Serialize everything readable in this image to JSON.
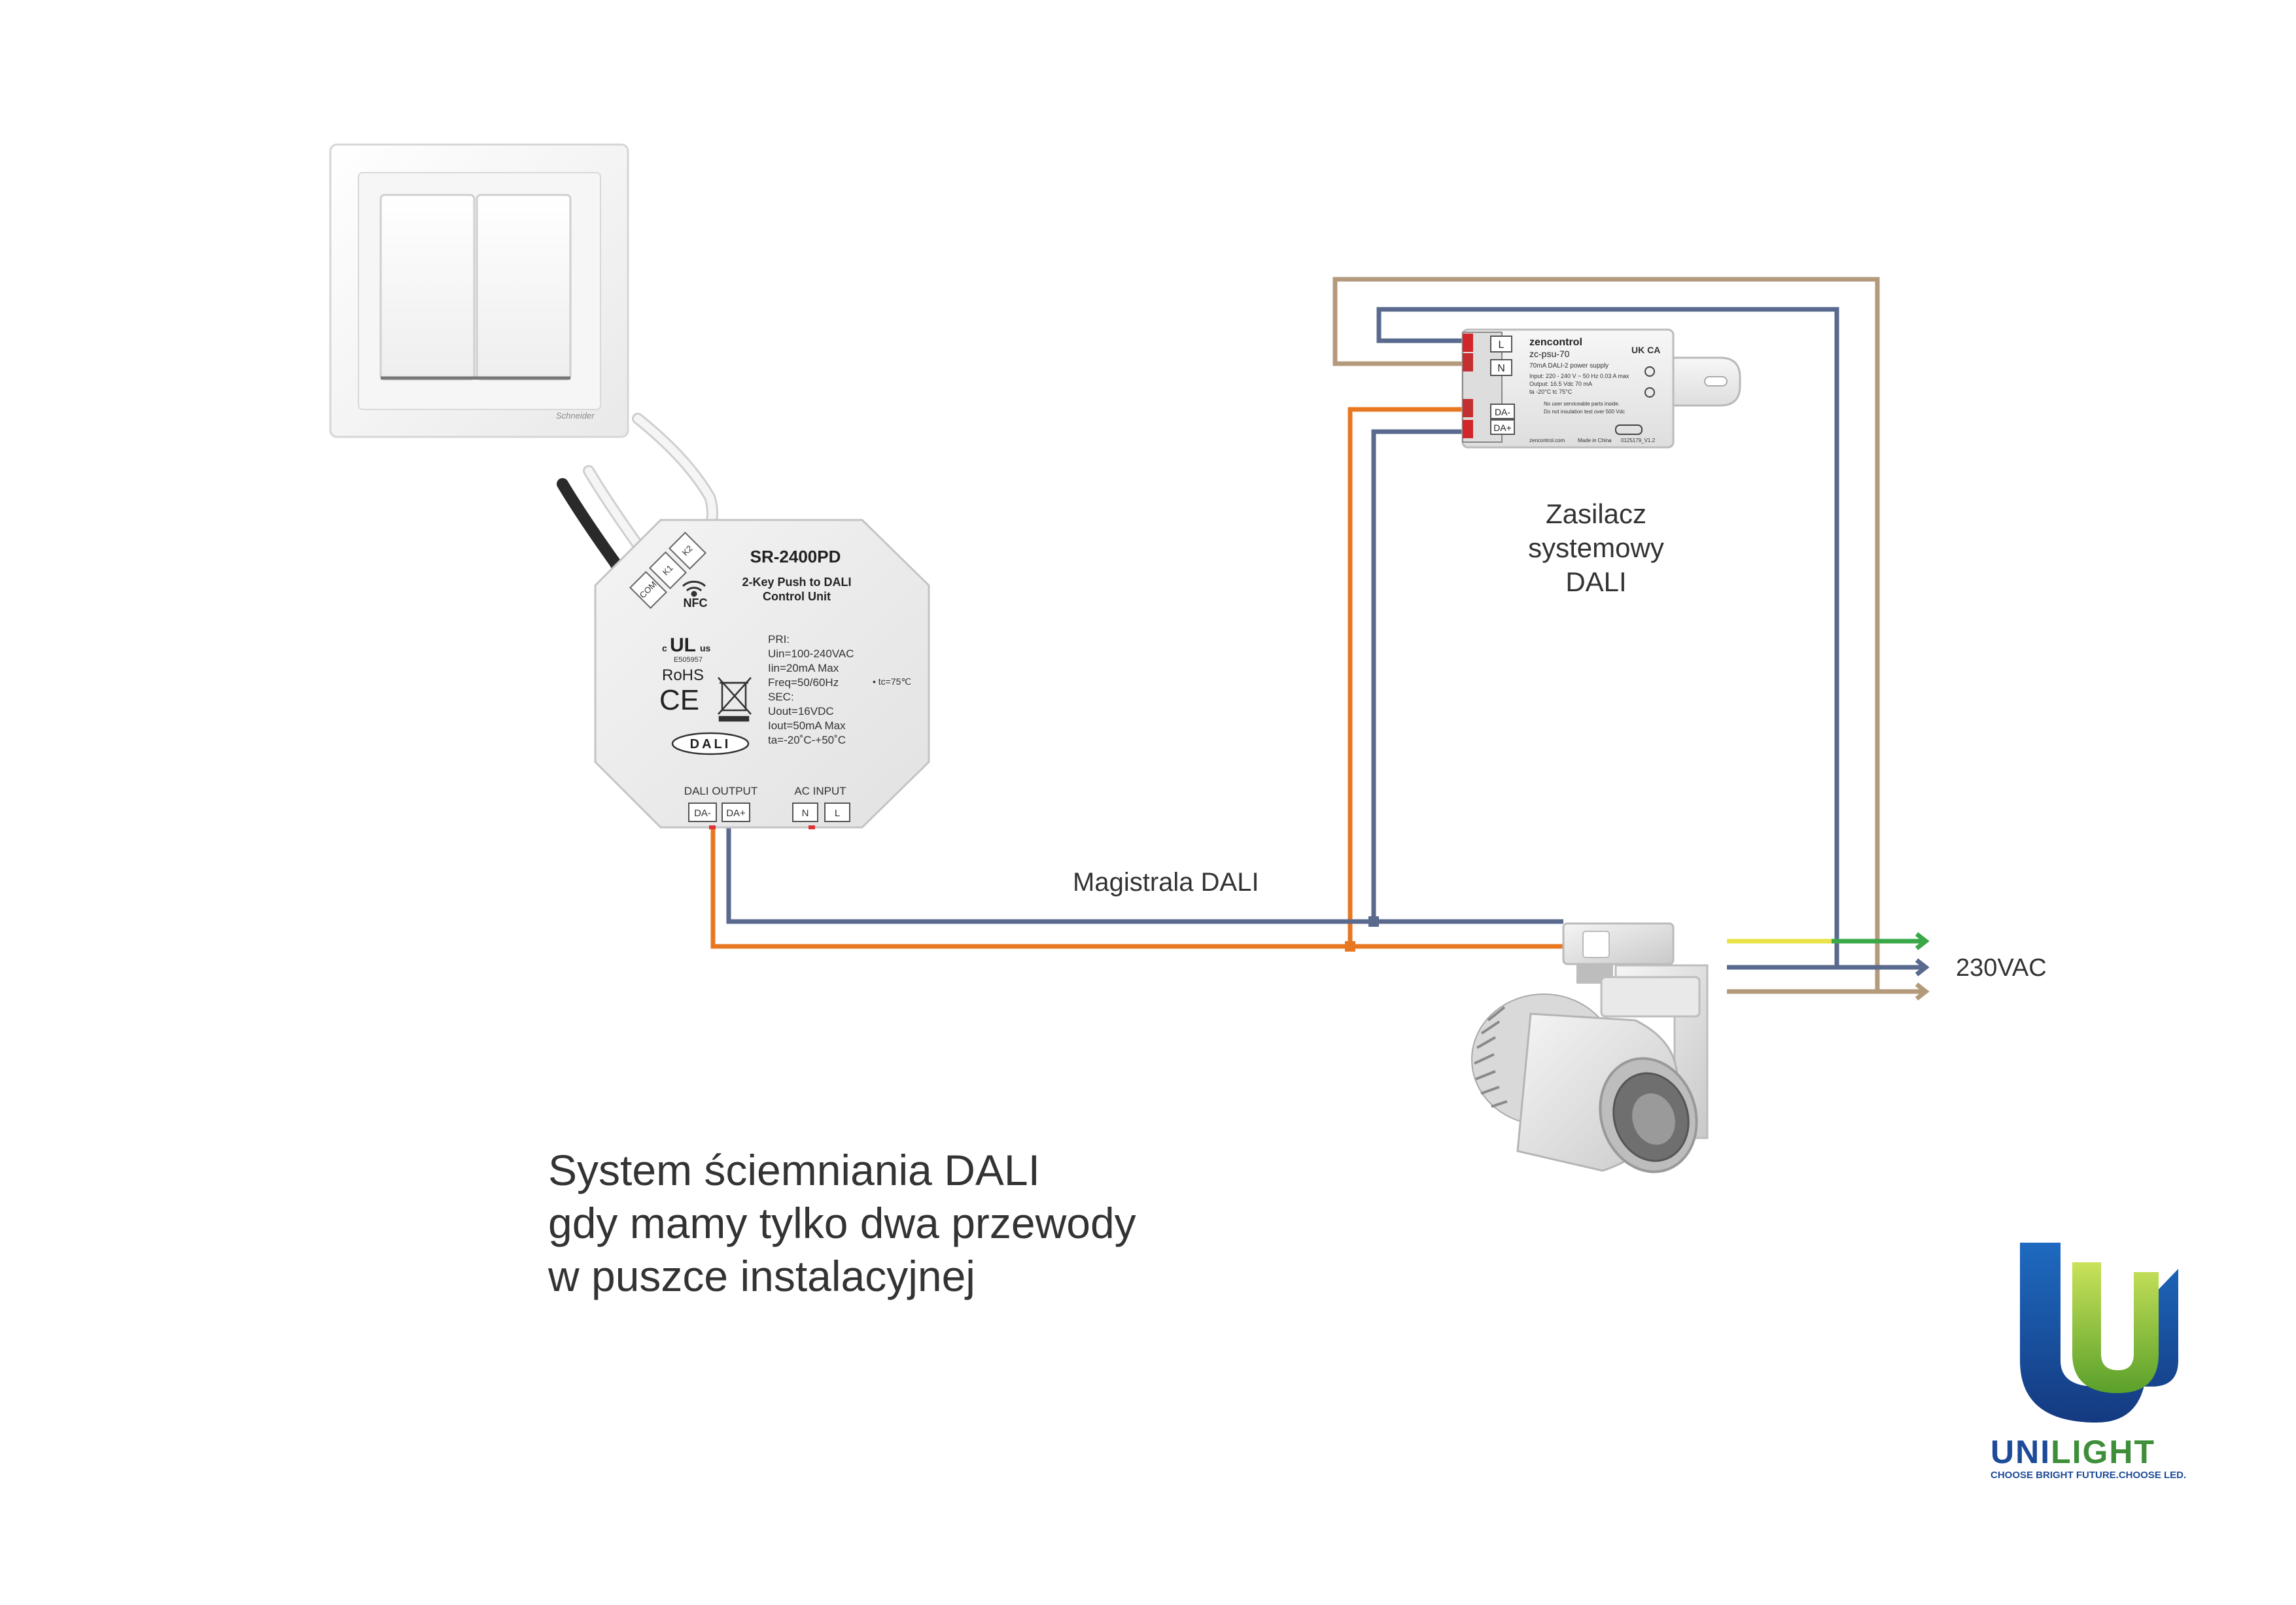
{
  "labels": {
    "psu_caption": [
      "Zasilacz",
      "systemowy",
      "DALI"
    ],
    "bus_caption": "Magistrala DALI",
    "mains_caption": "230VAC",
    "main_caption": [
      "System ściemniania DALI",
      "gdy mamy tylko dwa przewody",
      "w puszce instalacyjnej"
    ]
  },
  "switch": {
    "brand": "Schneider"
  },
  "controller": {
    "model": "SR-2400PD",
    "desc1": "2-Key Push to DALI",
    "desc2": "Control Unit",
    "nfc": "NFC",
    "terminals": [
      "COM",
      "K1",
      "K2"
    ],
    "ul_file": "E505957",
    "rohs": "RoHS",
    "ce": "CE",
    "dali": "DALI",
    "specs": [
      "PRI:",
      "Uin=100-240VAC",
      "Iin=20mA Max",
      "Freq=50/60Hz",
      "SEC:",
      "Uout=16VDC",
      "Iout=50mA Max",
      "ta=-20˚C-+50˚C"
    ],
    "tc": "• tc=75℃",
    "dali_output_label": "DALI OUTPUT",
    "ac_input_label": "AC INPUT",
    "dali_output_terms": [
      "DA-",
      "DA+"
    ],
    "ac_input_terms": [
      "N",
      "L"
    ]
  },
  "psu": {
    "brand": "zencontrol",
    "model": "zc-psu-70",
    "desc": "70mA DALI-2 power supply",
    "line1": "Input: 220 - 240 V ~ 50 Hz  0.03 A max",
    "line2": "Output: 16.5 Vdc  70 mA",
    "line3": "ta -20°C  tc 75°C",
    "line4": "No user serviceable parts inside.",
    "line5": "Do not insulation test over 500 Vdc",
    "footer1": "zencontrol.com",
    "footer2": "Made in China",
    "footer3": "0125179_V1.2",
    "terminals": [
      "L",
      "N",
      "DA-",
      "DA+"
    ],
    "marks": "UK CA"
  },
  "logo": {
    "name_a": "UNI",
    "name_b": "LIGHT",
    "tagline": "CHOOSE BRIGHT FUTURE.CHOOSE LED."
  },
  "colors": {
    "orange": "#e87722",
    "blue": "#5a6a8e",
    "brown": "#b49a7c",
    "yellow": "#e9e34a",
    "green": "#3aa848",
    "text": "#333333"
  }
}
